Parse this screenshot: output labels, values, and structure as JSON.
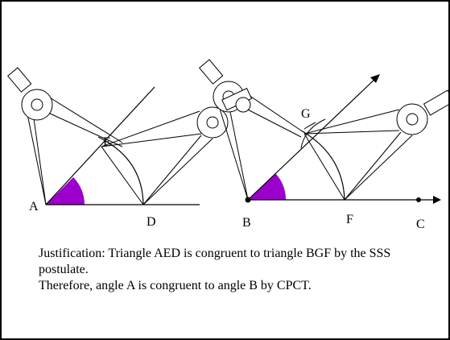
{
  "diagram": {
    "labels": {
      "A": "A",
      "E": "E",
      "D": "D",
      "B": "B",
      "G": "G",
      "F": "F",
      "C": "C"
    },
    "angle_fill_color": "#9b00cc"
  },
  "text": {
    "justification_line1": "Justification: Triangle AED is congruent to triangle BGF by the SSS postulate.",
    "justification_line2": "Therefore, angle A is congruent to angle B by CPCT."
  }
}
